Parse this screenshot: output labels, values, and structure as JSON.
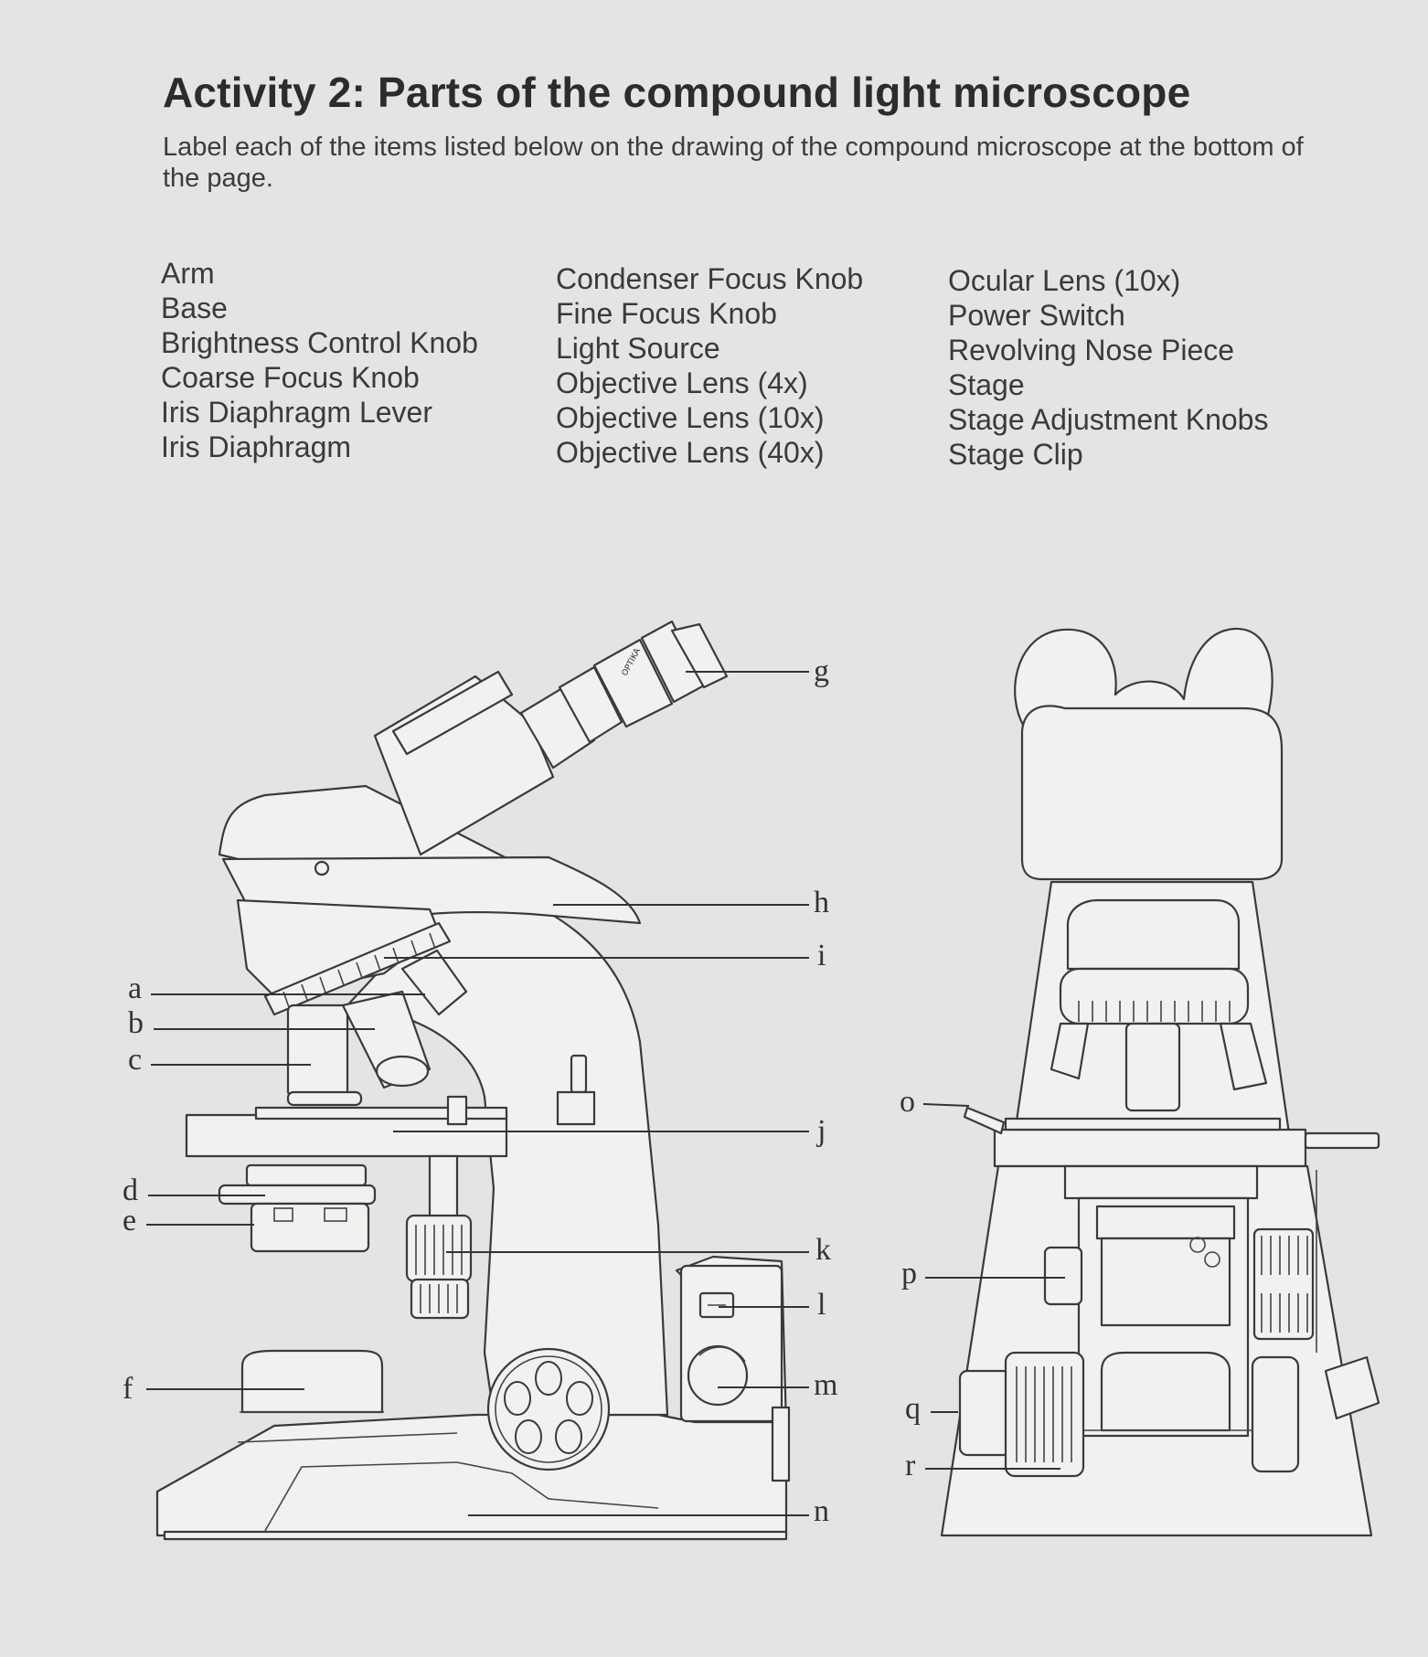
{
  "title": "Activity 2: Parts of the compound light microscope",
  "instructions": "Label each of the items listed below on the drawing of the compound microscope at the bottom of the page.",
  "parts_columns": [
    [
      "Arm",
      "Base",
      "Brightness Control Knob",
      "Coarse Focus Knob",
      "Iris Diaphragm Lever",
      "Iris Diaphragm"
    ],
    [
      "Condenser Focus Knob",
      "Fine Focus Knob",
      "Light Source",
      "Objective Lens (4x)",
      "Objective Lens (10x)",
      "Objective Lens (40x)"
    ],
    [
      "Ocular Lens (10x)",
      "Power Switch",
      "Revolving Nose Piece",
      "Stage",
      "Stage Adjustment Knobs",
      "Stage Clip"
    ]
  ],
  "side_view_labels": {
    "a": "a",
    "b": "b",
    "c": "c",
    "d": "d",
    "e": "e",
    "f": "f",
    "g": "g",
    "h": "h",
    "i": "i",
    "j": "j",
    "k": "k",
    "l": "l",
    "m": "m",
    "n": "n"
  },
  "front_view_labels": {
    "o": "o",
    "p": "p",
    "q": "q",
    "r": "r"
  },
  "eyepiece_marking": "OPTIKA",
  "colors": {
    "background": "#e4e4e2",
    "ink": "#333333",
    "drawing_fill": "#f1f1ef"
  }
}
